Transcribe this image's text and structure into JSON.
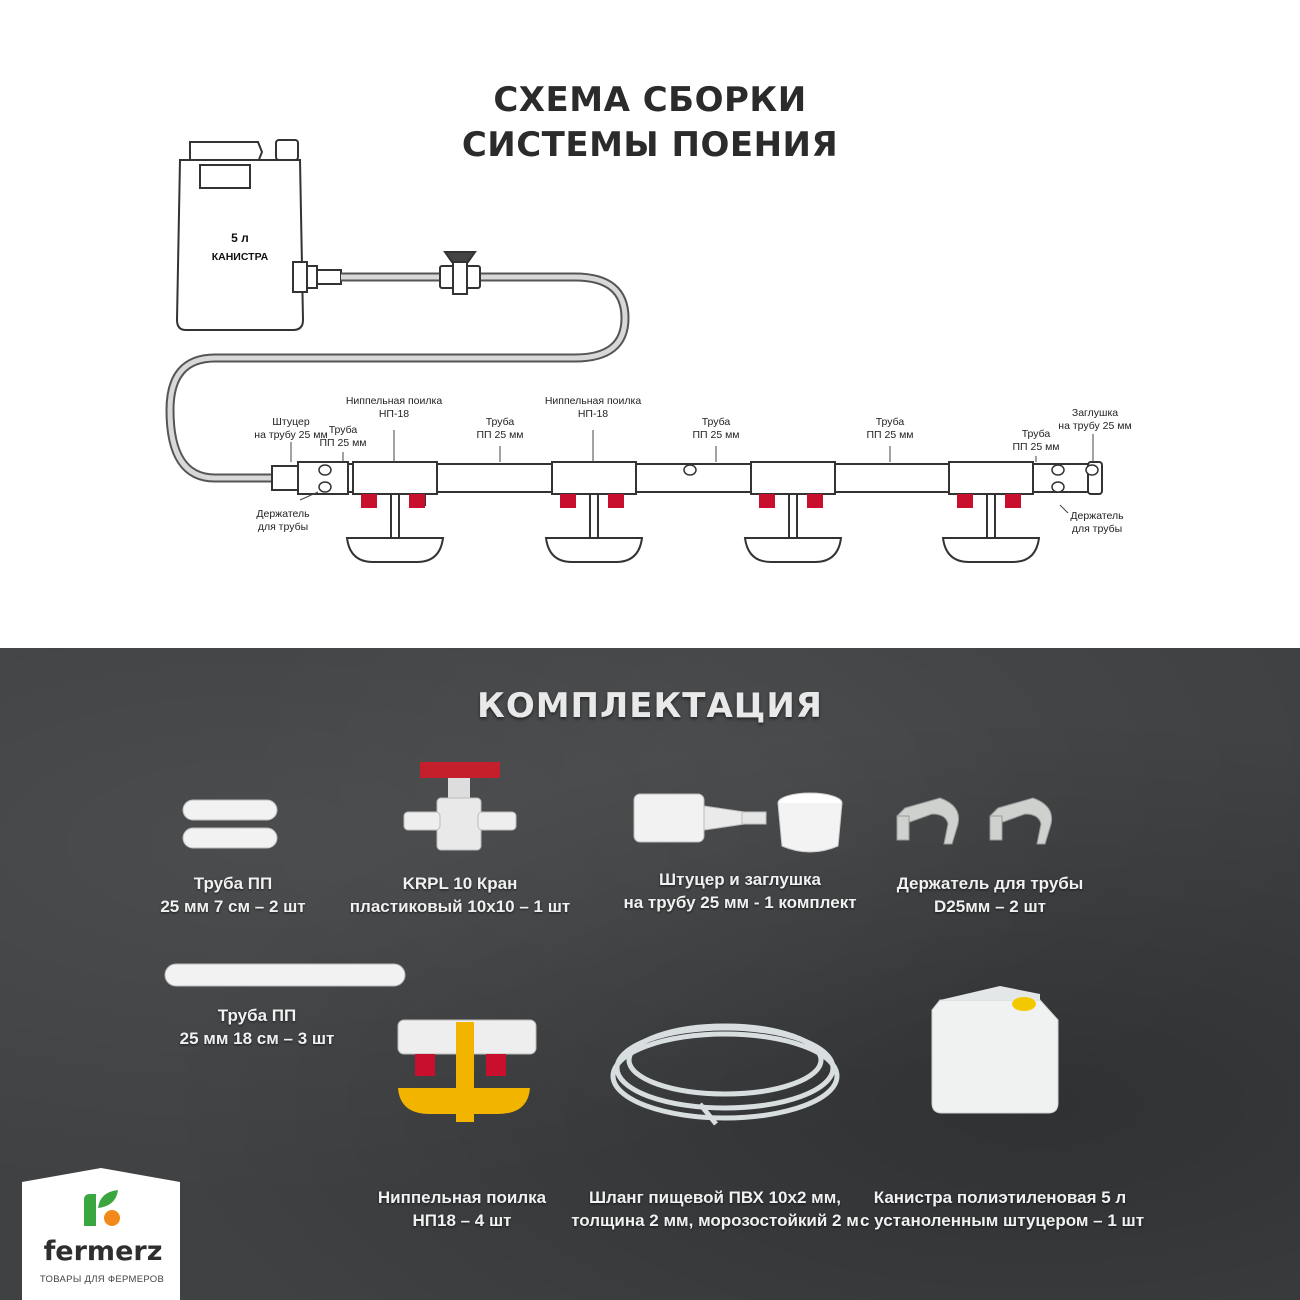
{
  "scheme": {
    "title_line1": "СХЕМА СБОРКИ",
    "title_line2": "СИСТЕМЫ ПОЕНИЯ",
    "canister_volume": "5 л",
    "canister_label": "КАНИСТРА",
    "labels": {
      "fitting_line1": "Штуцер",
      "fitting_line2": "на трубу 25 мм",
      "pipe_word": "Труба",
      "pipe_size": "ПП 25 мм",
      "drinker_line1": "Ниппельная поилка",
      "drinker_line2": "НП-18",
      "cap_line1": "Заглушка",
      "cap_line2": "на трубу 25 мм",
      "holder_line1": "Держатель",
      "holder_line2": "для трубы"
    }
  },
  "kit": {
    "title": "КОМПЛЕКТАЦИЯ",
    "items": [
      {
        "line1": "Труба ПП",
        "line2": "25 мм 7 см – 2 шт"
      },
      {
        "line1": "KRPL 10  Кран",
        "line2": "пластиковый 10х10 – 1 шт"
      },
      {
        "line1": "Штуцер и заглушка",
        "line2": "на трубу 25 мм - 1 комплект"
      },
      {
        "line1": "Держатель для трубы",
        "line2": "D25мм – 2 шт"
      },
      {
        "line1": "Труба ПП",
        "line2": "25 мм 18 см – 3 шт"
      },
      {
        "line1": "Ниппельная поилка",
        "line2": "НП18 – 4 шт"
      },
      {
        "line1": "Шланг пищевой ПВХ 10х2 мм,",
        "line2": "толщина 2 мм, морозостойкий 2 м"
      },
      {
        "line1": "Канистра полиэтиленовая 5 л",
        "line2": "с устаноленным штуцером – 1 шт"
      }
    ]
  },
  "brand": {
    "name": "fermerz",
    "tagline": "ТОВАРЫ ДЛЯ ФЕРМЕРОВ",
    "colors": {
      "green": "#3aa640",
      "orange": "#f28a1a"
    }
  },
  "colors": {
    "nipple_red": "#c8102e",
    "valve_red": "#c41f2b",
    "cup_yellow": "#f3b400",
    "background_dark": "#3f4143"
  }
}
